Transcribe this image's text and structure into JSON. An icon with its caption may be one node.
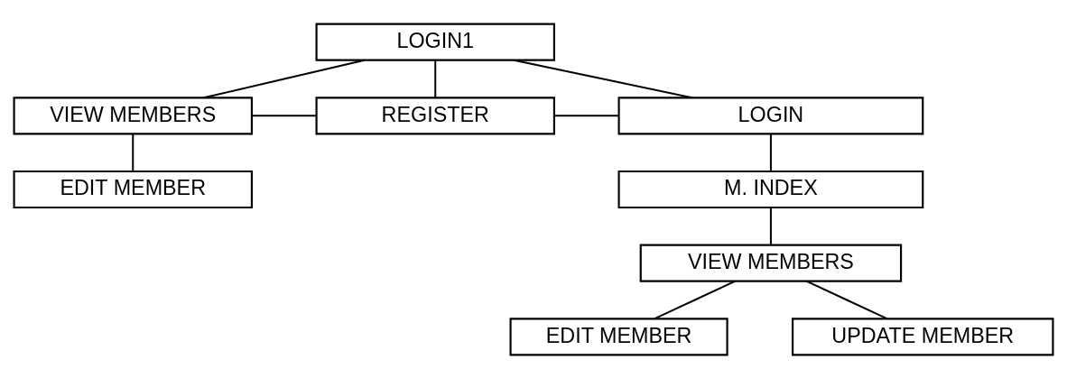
{
  "diagram": {
    "nodes": [
      {
        "text": [
          "LOGIN1"
        ]
      },
      {
        "text": [
          "VIEW MEMBERS"
        ]
      },
      {
        "text": [
          "REGISTER"
        ]
      },
      {
        "text": [
          "LOGIN"
        ]
      },
      {
        "text": [
          "EDIT MEMBER"
        ]
      },
      {
        "text": [
          "M. INDEX"
        ]
      },
      {
        "text": [
          "VIEW MEMBERS"
        ]
      },
      {
        "text": [
          "EDIT MEMBER"
        ]
      },
      {
        "text": [
          "UPDATE MEMBER"
        ]
      }
    ],
    "edges": [
      {
        "from": 0,
        "to": 1,
        "arrow": "none"
      },
      {
        "from": 0,
        "to": 2,
        "arrow": "none"
      },
      {
        "from": 0,
        "to": 3,
        "arrow": "none"
      },
      {
        "from": 1,
        "to": 2,
        "arrow": "none"
      },
      {
        "from": 2,
        "to": 3,
        "arrow": "none"
      },
      {
        "from": 1,
        "to": 4,
        "arrow": "none"
      },
      {
        "from": 3,
        "to": 5,
        "arrow": "none"
      },
      {
        "from": 5,
        "to": 6,
        "arrow": "none"
      },
      {
        "from": 6,
        "to": 7,
        "arrow": "none"
      },
      {
        "from": 6,
        "to": 8,
        "arrow": "none"
      }
    ]
  }
}
